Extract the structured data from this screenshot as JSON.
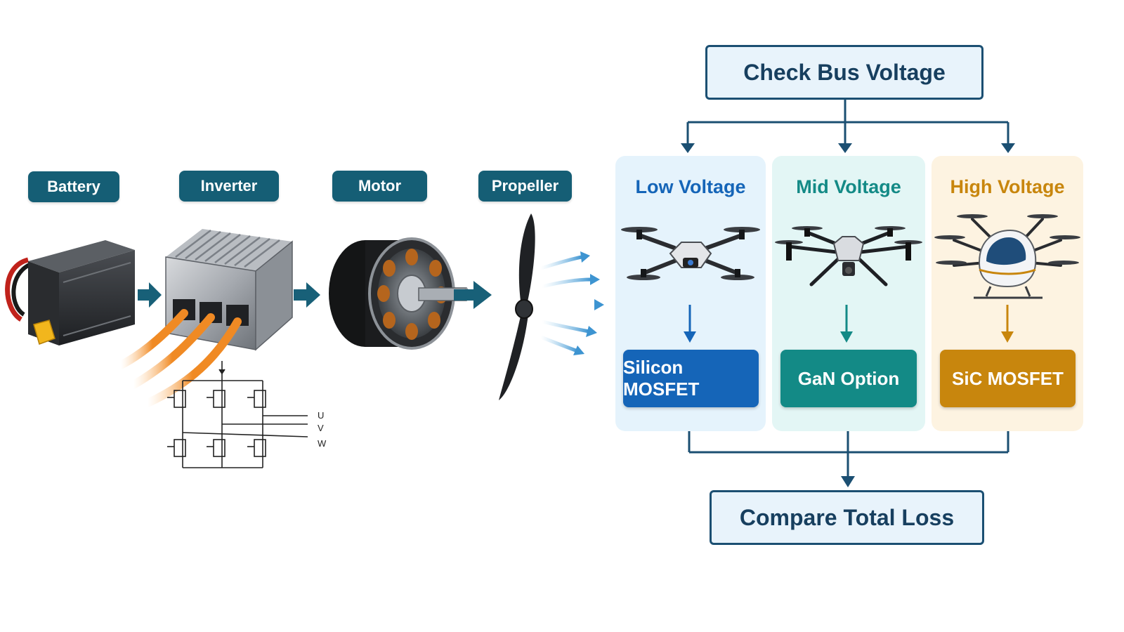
{
  "chain": {
    "battery_label": "Battery",
    "inverter_label": "Inverter",
    "motor_label": "Motor",
    "propeller_label": "Propeller"
  },
  "schematic": {
    "phase_u": "U",
    "phase_v": "V",
    "phase_w": "W"
  },
  "flow": {
    "check_label": "Check Bus Voltage",
    "compare_label": "Compare Total Loss",
    "branches": [
      {
        "title": "Low Voltage",
        "device": "Silicon MOSFET",
        "icon": "small-drone-icon",
        "color": "#1565b8",
        "panel": "#e5f3fc"
      },
      {
        "title": "Mid Voltage",
        "device": "GaN Option",
        "icon": "hex-drone-icon",
        "color": "#138a86",
        "panel": "#e3f6f5"
      },
      {
        "title": "High Voltage",
        "device": "SiC MOSFET",
        "icon": "evtol-icon",
        "color": "#c8860d",
        "panel": "#fdf3e1"
      }
    ]
  }
}
